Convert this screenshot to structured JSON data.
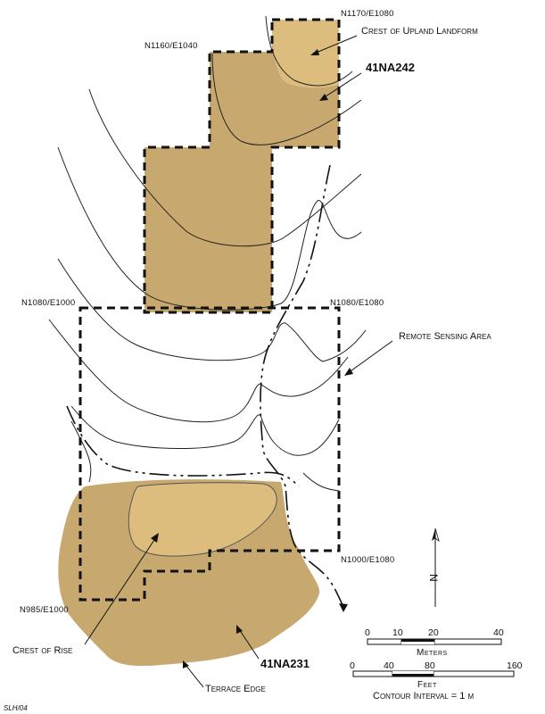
{
  "colors": {
    "site_fill": "#c7a970",
    "crest_fill": "#dcbd7d",
    "line": "#111111"
  },
  "corners": {
    "n1170_e1080": "N1170/E1080",
    "n1160_e1040": "N1160/E1040",
    "n1080_e1000": "N1080/E1000",
    "n1080_e1080": "N1080/E1080",
    "n1000_e1080": "N1000/E1080",
    "n985_e1000": "N985/E1000"
  },
  "labels": {
    "crest_upland": "Crest of Upland Landform",
    "site_north": "41NA242",
    "remote_sensing": "Remote Sensing Area",
    "crest_rise": "Crest of Rise",
    "site_south": "41NA231",
    "terrace_edge": "Terrace Edge"
  },
  "north_arrow": {
    "symbol": "N"
  },
  "scale_meters": {
    "ticks": [
      "0",
      "10",
      "20",
      "40"
    ],
    "unit": "Meters"
  },
  "scale_feet": {
    "ticks": [
      "0",
      "40",
      "80",
      "160"
    ],
    "unit": "Feet"
  },
  "contour_interval": "Contour Interval = 1 m",
  "credit": "SLH/04"
}
